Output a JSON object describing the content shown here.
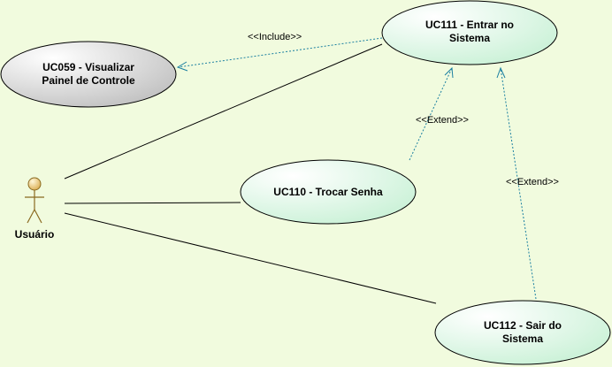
{
  "actor": {
    "label": "Usuário"
  },
  "use_cases": {
    "uc111": {
      "line1": "UC111 - Entrar no",
      "line2": "Sistema"
    },
    "uc059": {
      "line1": "UC059 - Visualizar",
      "line2": "Painel de Controle"
    },
    "uc110": {
      "line1": "UC110 - Trocar Senha"
    },
    "uc112": {
      "line1": "UC112 - Sair do",
      "line2": "Sistema"
    }
  },
  "relationships": {
    "include": "<<Include>>",
    "extend_110": "<<Extend>>",
    "extend_112": "<<Extend>>"
  },
  "colors": {
    "background": "#f1fbde",
    "use_case_fill_light": "#ffffff",
    "use_case_fill_green": "#c9f1d6",
    "use_case_fill_gray": "#c8c8c8",
    "dependency_line": "#1a7fa0",
    "actor_fill": "#e8c872"
  }
}
